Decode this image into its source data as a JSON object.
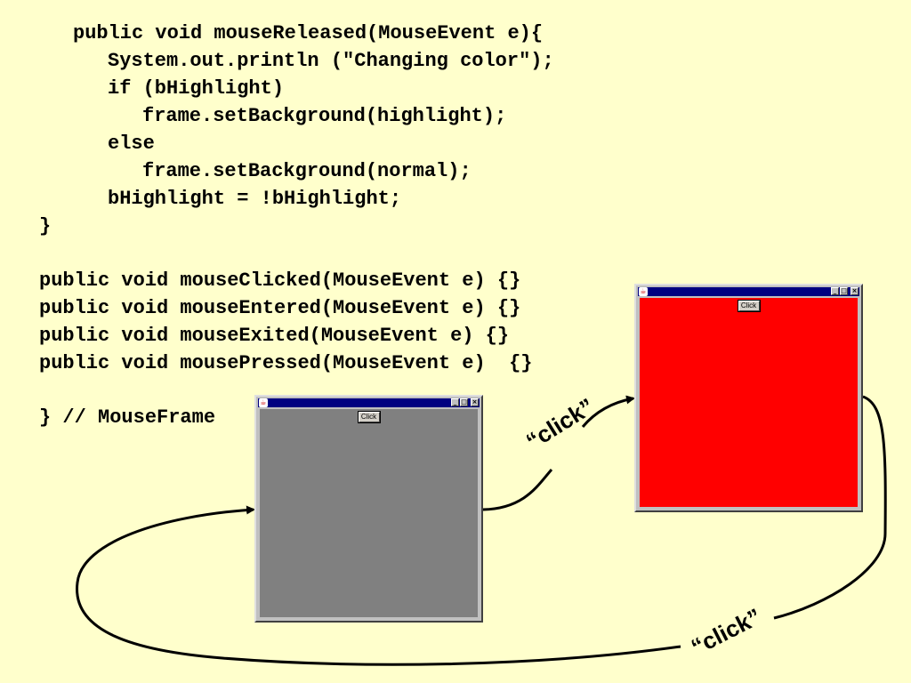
{
  "code_lines": [
    "public void mouseReleased(MouseEvent e){",
    "System.out.println (\"Changing color\");",
    "if (bHighlight)",
    "frame.setBackground(highlight);",
    "else",
    "frame.setBackground(normal);",
    "bHighlight = !bHighlight;",
    "}",
    "public void mouseClicked(MouseEvent e) {}",
    "public void mouseEntered(MouseEvent e) {}",
    "public void mouseExited(MouseEvent e) {}",
    "public void mousePressed(MouseEvent e)  {}",
    "} // MouseFrame"
  ],
  "frames": {
    "normal": {
      "button_label": "Click",
      "background_color": "#808080"
    },
    "highlight": {
      "button_label": "Click",
      "background_color": "#ff0000"
    }
  },
  "window_buttons": [
    "_",
    "□",
    "×"
  ],
  "annotations": {
    "click_top": "“click”",
    "click_bottom": "“click”"
  },
  "colors": {
    "slide_background": "#ffffcc",
    "titlebar": "#000080"
  }
}
